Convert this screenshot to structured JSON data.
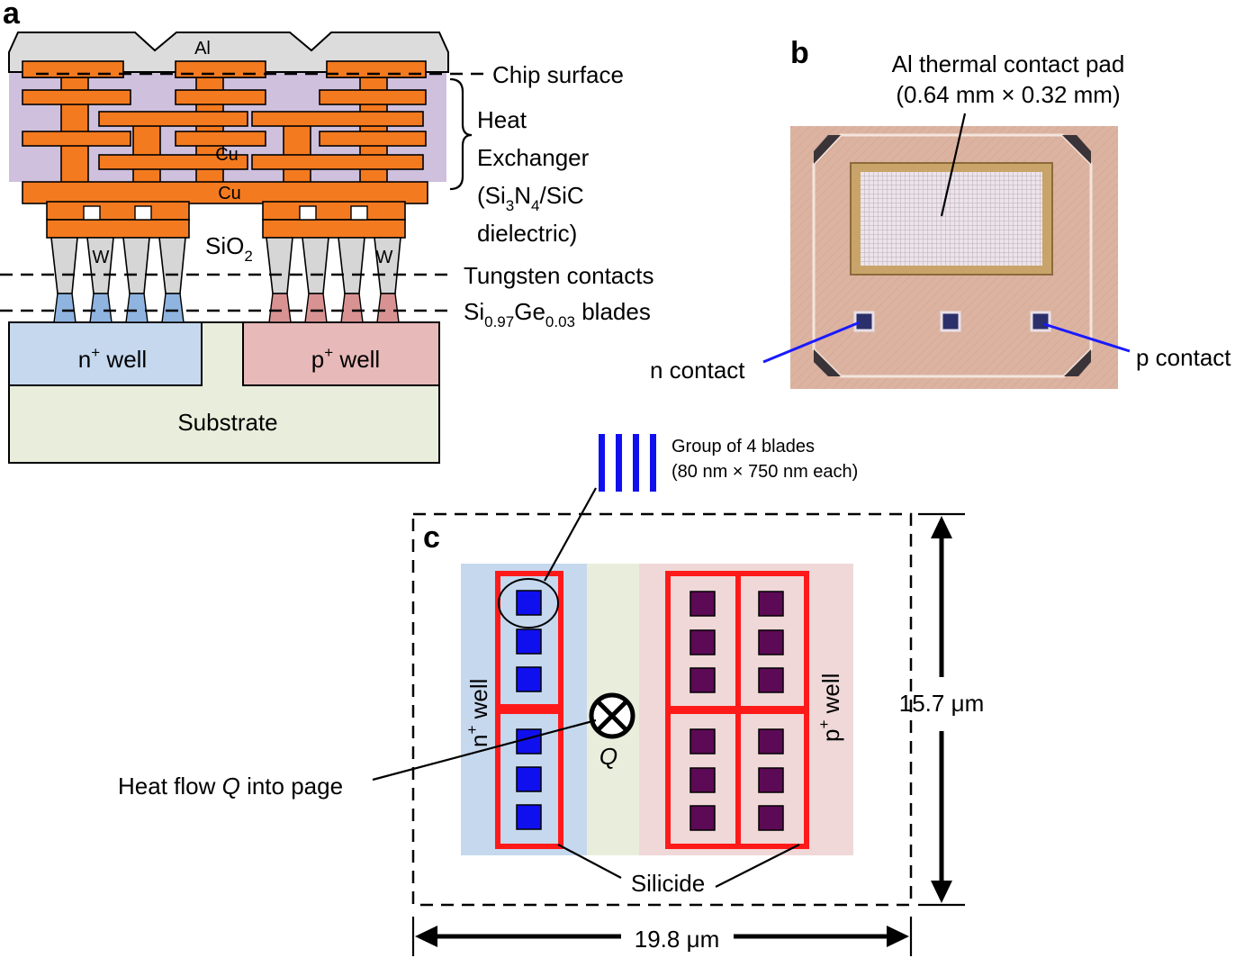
{
  "panel_a": {
    "label": "a",
    "al": "Al",
    "cu_upper": "Cu",
    "cu_lower": "Cu",
    "w_left": "W",
    "w_right": "W",
    "sio2": "SiO",
    "sio2_sub": "2",
    "chip_surface": "Chip surface",
    "heat_exchanger": [
      "Heat",
      "Exchanger"
    ],
    "dielectric_prefix": "(Si",
    "dielectric_sub1": "3",
    "dielectric_n": "N",
    "dielectric_sub2": "4",
    "dielectric_suffix": "/SiC",
    "dielectric_word": "dielectric)",
    "tungsten_contacts": "Tungsten contacts",
    "sige_si": "Si",
    "sige_sub1": "0.97",
    "sige_ge": "Ge",
    "sige_sub2": "0.03",
    "sige_rest": " blades",
    "n_well_prefix": "n",
    "n_well_sup": "+",
    "n_well_suffix": " well",
    "p_well_prefix": "p",
    "p_well_sup": "+",
    "p_well_suffix": " well",
    "substrate": "Substrate"
  },
  "panel_b": {
    "label": "b",
    "pad_title": "Al thermal contact pad",
    "pad_size": "(0.64 mm × 0.32 mm)",
    "n_contact": "n contact",
    "p_contact": "p contact"
  },
  "panel_c": {
    "label": "c",
    "legend_line1": "Group of 4 blades",
    "legend_line2": "(80 nm × 750 nm each)",
    "n_well_prefix": "n",
    "n_well_sup": "+",
    "n_well_suffix": " well",
    "p_well_prefix": "p",
    "p_well_sup": "+",
    "p_well_suffix": " well",
    "q_label": "Q",
    "heat_flow_prefix": "Heat flow ",
    "heat_flow_q": "Q",
    "heat_flow_suffix": " into page",
    "silicide": "Silicide",
    "height": "15.7 μm",
    "width": "19.8 μm"
  },
  "colors": {
    "copper": "#f47a20",
    "heat_exchanger_bg": "#cfc0de",
    "n_well": "#c5d8ee",
    "p_well": "#e8b9b9",
    "substrate": "#e9eedc",
    "silicide": "#ff1a1a",
    "n_blade": "#1010ee",
    "p_blade": "#5c0a55",
    "contact_line": "#1a1aff"
  }
}
